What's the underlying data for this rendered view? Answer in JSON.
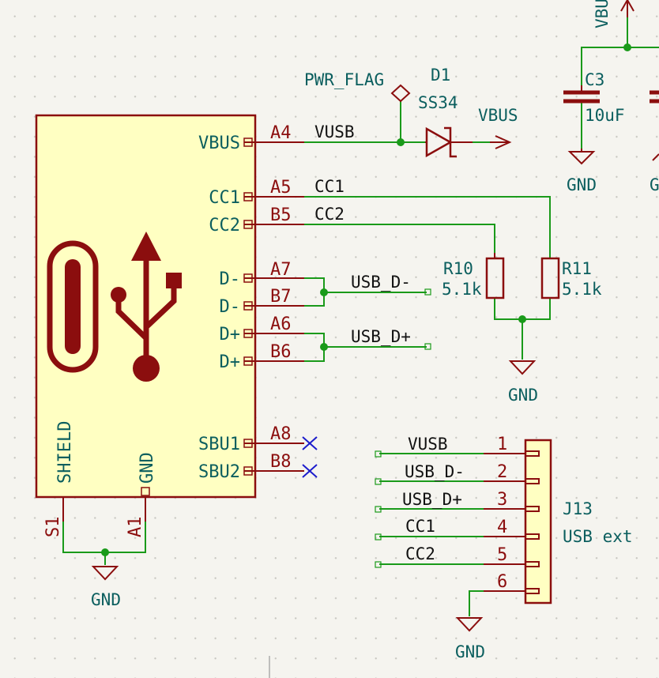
{
  "usb_connector": {
    "pins_right": [
      {
        "name": "VBUS",
        "num": "A4",
        "net": "VUSB"
      },
      {
        "name": "CC1",
        "num": "A5",
        "net": "CC1"
      },
      {
        "name": "CC2",
        "num": "B5",
        "net": "CC2"
      },
      {
        "name": "D-",
        "num": "A7"
      },
      {
        "name": "D-",
        "num": "B7"
      },
      {
        "name": "D+",
        "num": "A6"
      },
      {
        "name": "D+",
        "num": "B6"
      },
      {
        "name": "SBU1",
        "num": "A8"
      },
      {
        "name": "SBU2",
        "num": "B8"
      }
    ],
    "pins_bottom": [
      {
        "name": "SHIELD",
        "num": "S1"
      },
      {
        "name": "GND",
        "num": "A1"
      }
    ],
    "labels": {
      "usb_dm": "USB_D-",
      "usb_dp": "USB_D+"
    }
  },
  "pwr_flag": "PWR_FLAG",
  "diode": {
    "ref": "D1",
    "value": "SS34"
  },
  "vbus_label": "VBUS",
  "vbus_top": "VBU",
  "capacitor": {
    "ref": "C3",
    "value": "10uF"
  },
  "gnd": "GND",
  "gnd_partial": "G",
  "r10": {
    "ref": "R10",
    "value": "5.1k"
  },
  "r11": {
    "ref": "R11",
    "value": "5.1k"
  },
  "header": {
    "ref": "J13",
    "value": "USB ext",
    "pins": [
      {
        "num": "1",
        "net": "VUSB"
      },
      {
        "num": "2",
        "net": "USB_D-"
      },
      {
        "num": "3",
        "net": "USB_D+"
      },
      {
        "num": "4",
        "net": "CC1"
      },
      {
        "num": "5",
        "net": "CC2"
      },
      {
        "num": "6",
        "net": ""
      }
    ]
  }
}
